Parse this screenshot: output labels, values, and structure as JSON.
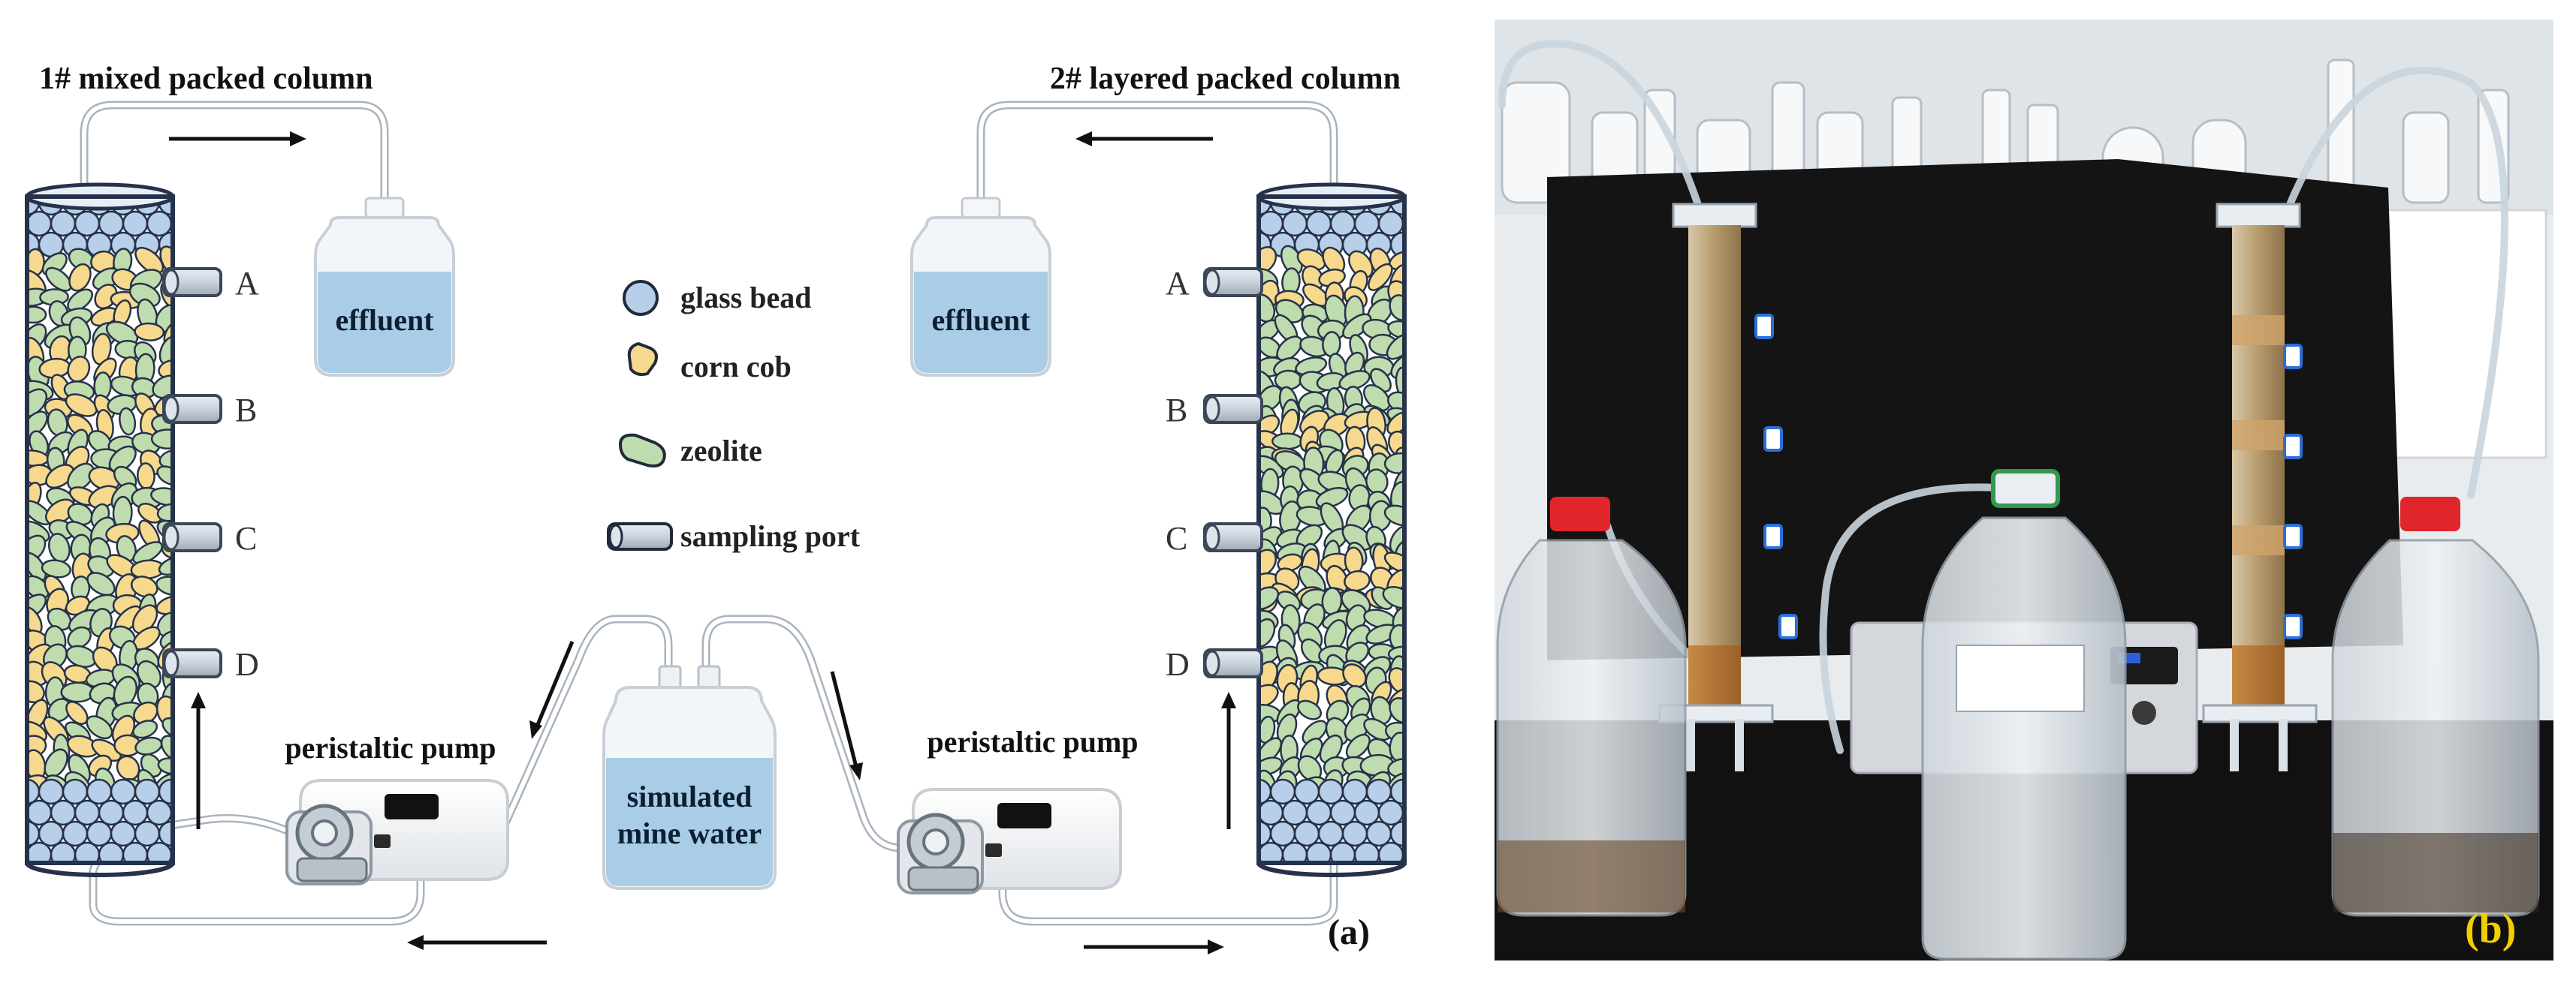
{
  "panel_a": {
    "label": "(a)",
    "column1_title": "1# mixed packed column",
    "column2_title": "2# layered packed column",
    "effluent_label": "effluent",
    "source_label_line1": "simulated",
    "source_label_line2": "mine water",
    "pump_label": "peristaltic pump",
    "sampling_ports": [
      "A",
      "B",
      "C",
      "D"
    ],
    "legend": {
      "glass_bead": "glass bead",
      "corn_cob": "corn cob",
      "zeolite": "zeolite",
      "sampling_port": "sampling port"
    },
    "colors": {
      "glass_bead": "#b7cfe8",
      "corn_cob": "#f6d98d",
      "zeolite": "#bfdcae",
      "column_outline": "#26324a",
      "water": "#a9cde7",
      "tubing": "#a9b3bd"
    },
    "icons": {
      "arrow": "long-arrow",
      "port": "sampling-port-cylinder",
      "pump": "peristaltic-pump"
    }
  },
  "panel_b": {
    "label": "(b)",
    "colors": {
      "label": "#f2d000",
      "backdrop": "#141414",
      "bench": "#111111"
    }
  }
}
